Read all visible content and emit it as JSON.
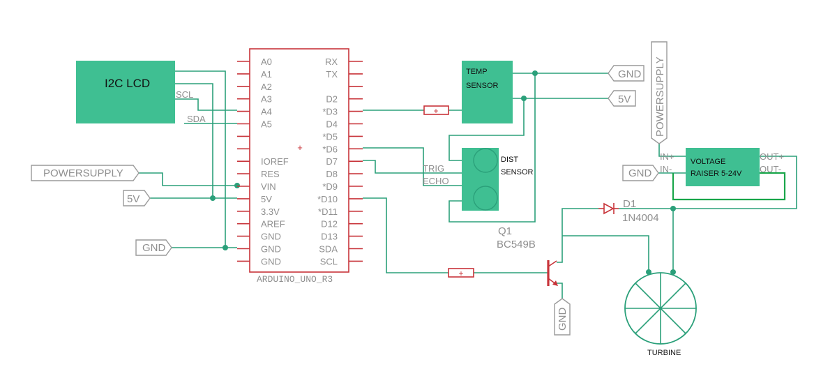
{
  "arduino": {
    "name": "ARDUINO_UNO_R3",
    "left_pins": [
      "A0",
      "A1",
      "A2",
      "A3",
      "A4",
      "A5",
      "",
      "",
      "IOREF",
      "RES",
      "VIN",
      "5V",
      "3.3V",
      "AREF",
      "GND",
      "GND",
      "GND"
    ],
    "right_pins": [
      "RX",
      "TX",
      "",
      "D2",
      "*D3",
      "D4",
      "*D5",
      "*D6",
      "D7",
      "D8",
      "*D9",
      "*D10",
      "*D11",
      "D12",
      "D13",
      "SDA",
      "SCL"
    ]
  },
  "lcd": {
    "title": "I2C LCD",
    "scl": "SCL",
    "sda": "SDA"
  },
  "temp_sensor": {
    "line1": "TEMP",
    "line2": "SENSOR"
  },
  "dist_sensor": {
    "line1": "DIST",
    "line2": "SENSOR",
    "trig": "TRIG",
    "echo": "ECHO"
  },
  "voltage_raiser": {
    "line1": "VOLTAGE",
    "line2": "RAISER 5-24V",
    "in_plus": "IN+",
    "in_minus": "IN-",
    "out_plus": "OUT+",
    "out_minus": "OUT-"
  },
  "ports": {
    "powersupply_left": "POWERSUPPLY",
    "fivev_left": "5V",
    "gnd_left": "GND",
    "gnd_temp": "GND",
    "fivev_temp": "5V",
    "powersupply_top": "POWERSUPPLY",
    "gnd_raiser": "GND",
    "gnd_transistor": "GND"
  },
  "diode": {
    "name": "D1",
    "part": "1N4004"
  },
  "transistor": {
    "name": "Q1",
    "part": "BC549B"
  },
  "turbine": {
    "label": "TURBINE"
  },
  "resistor_symbol": "+"
}
